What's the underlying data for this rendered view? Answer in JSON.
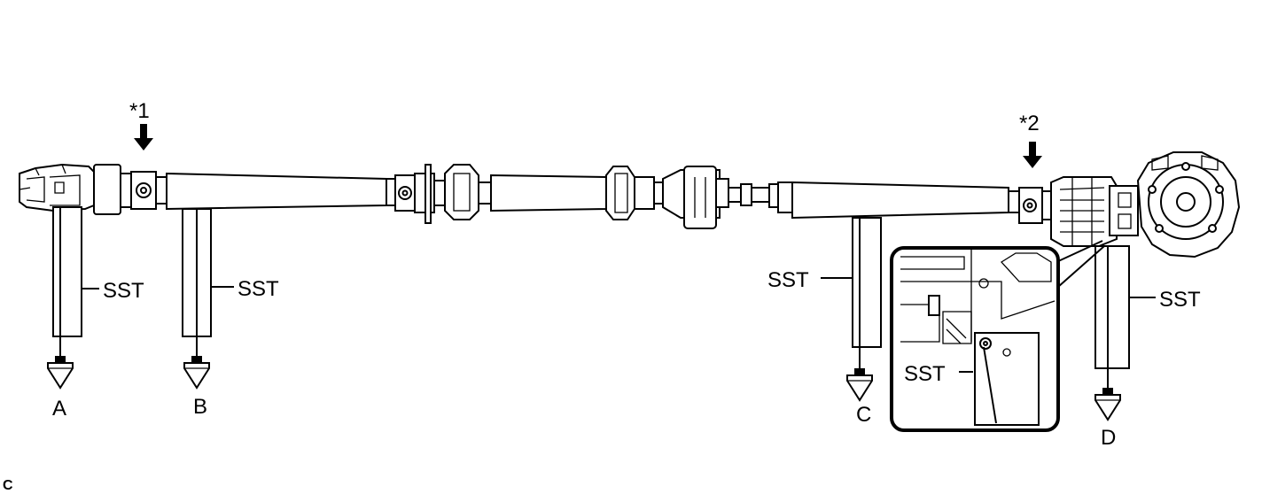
{
  "labels": {
    "ref1": "*1",
    "ref2": "*2",
    "sst": "SST",
    "point_a": "A",
    "point_b": "B",
    "point_c": "C",
    "point_d": "D",
    "corner_code": "C"
  },
  "colors": {
    "line": "#000000",
    "background": "#ffffff"
  }
}
